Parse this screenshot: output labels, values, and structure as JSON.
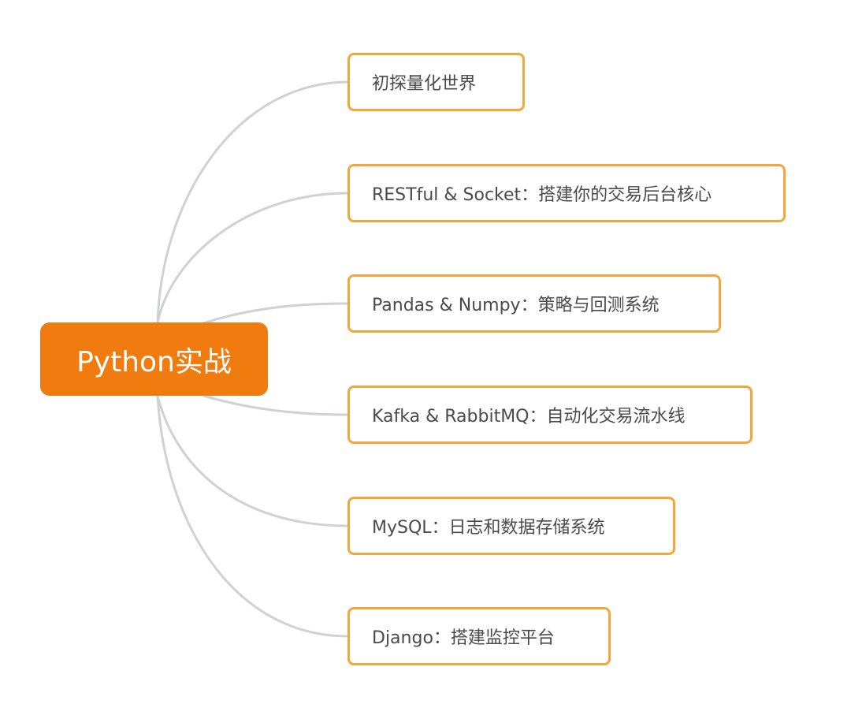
{
  "root": {
    "label": "Python实战"
  },
  "branches": [
    {
      "label": "初探量化世界"
    },
    {
      "label": "RESTful & Socket：搭建你的交易后台核心"
    },
    {
      "label": "Pandas & Numpy：策略与回测系统"
    },
    {
      "label": "Kafka & RabbitMQ：自动化交易流水线"
    },
    {
      "label": "MySQL：日志和数据存储系统"
    },
    {
      "label": "Django：搭建监控平台"
    }
  ],
  "colors": {
    "root_fill": "#f07b0f",
    "branch_border": "#f2a73a",
    "connector": "#cfd2d0",
    "text": "#4a4a4a"
  }
}
